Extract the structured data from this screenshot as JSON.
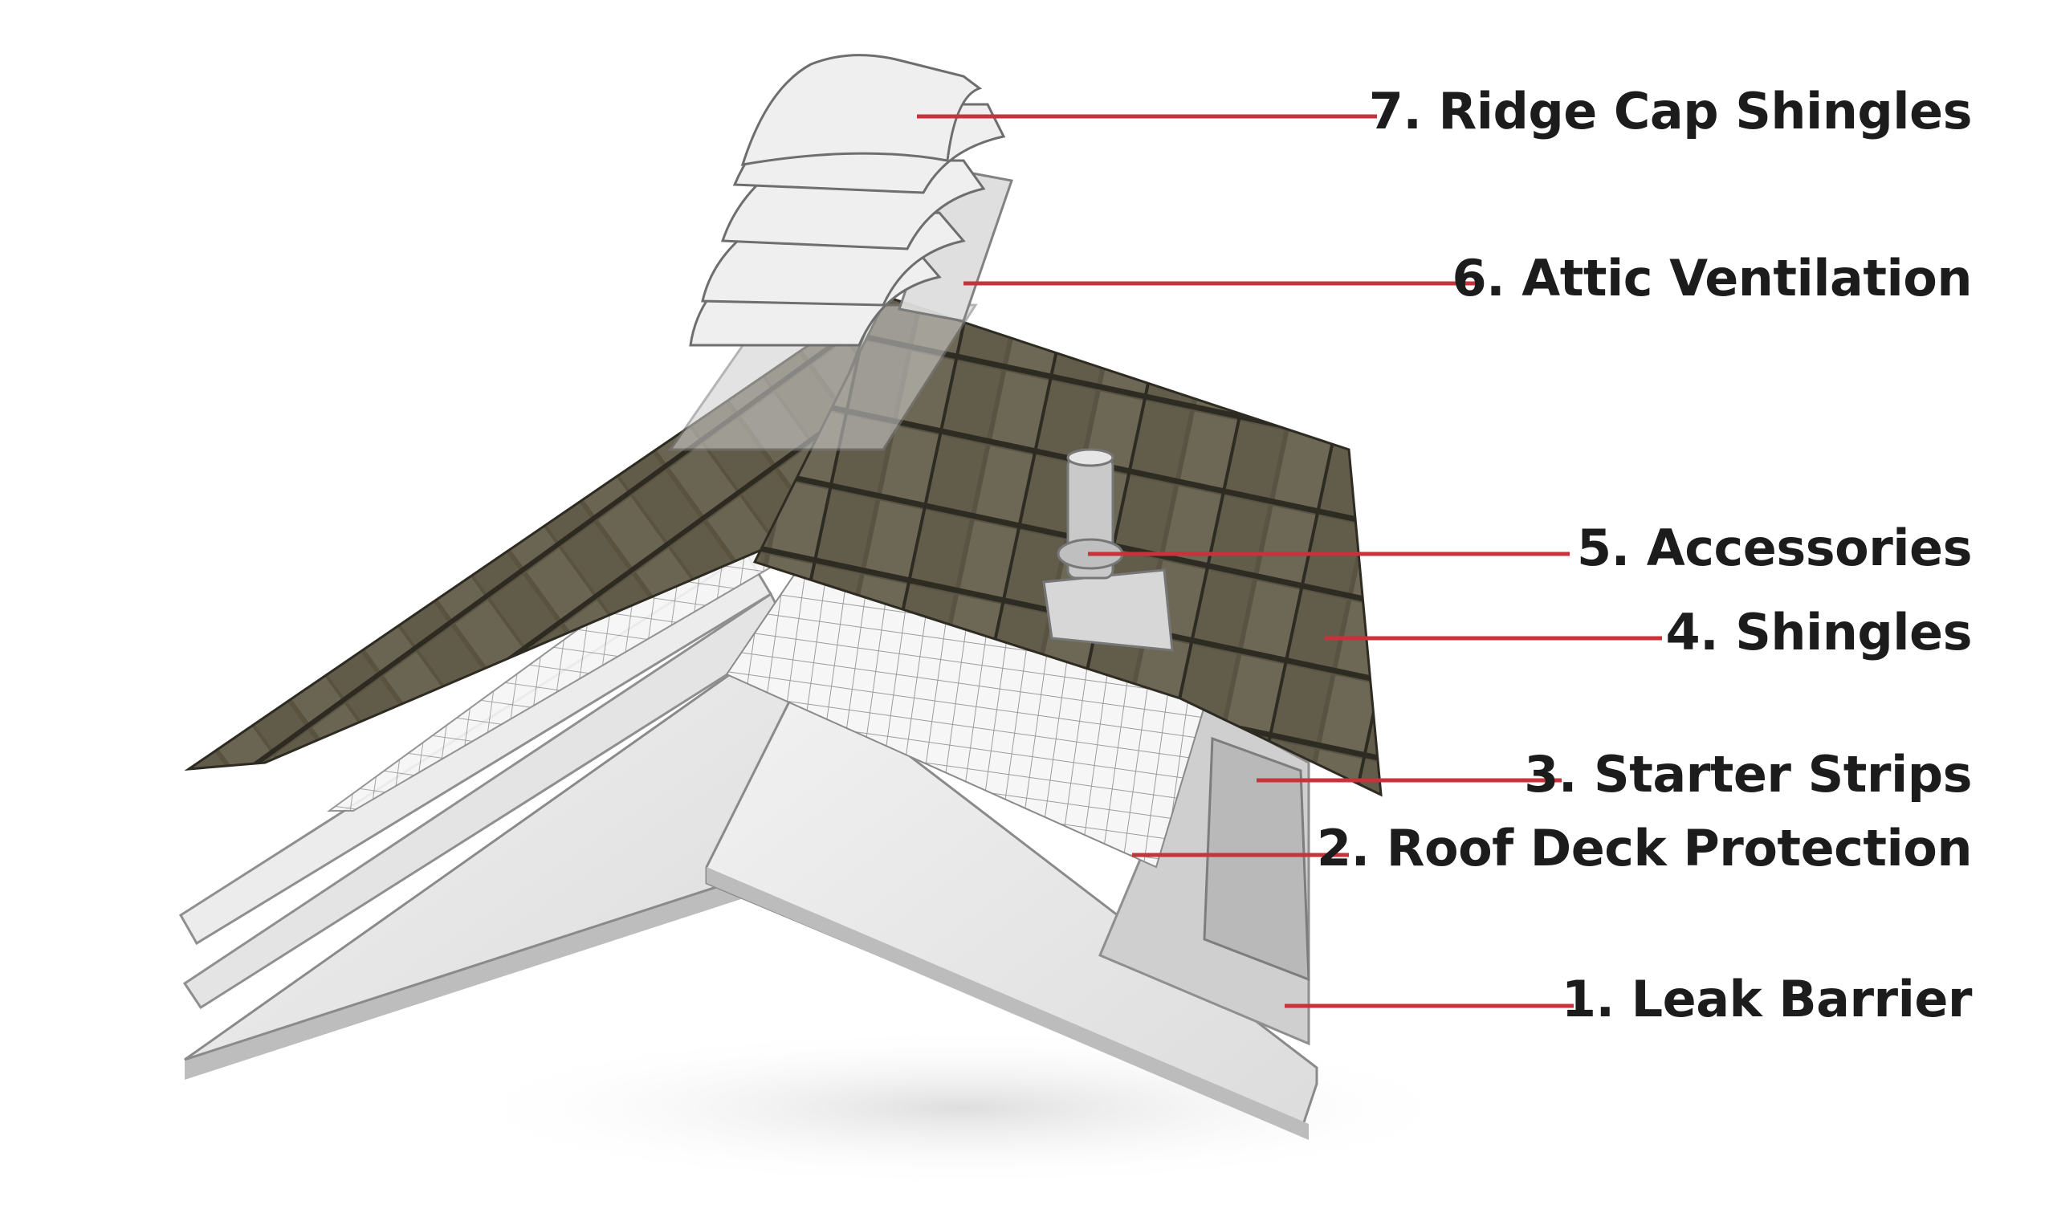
{
  "colors": {
    "leader_line": "#c8323a",
    "label_text": "#1c1c1c",
    "shingle_dark": "#4a4537",
    "panel_light": "#e6e6e6"
  },
  "layers": [
    {
      "number": "7",
      "text": "7. Ridge Cap Shingles"
    },
    {
      "number": "6",
      "text": "6. Attic Ventilation"
    },
    {
      "number": "5",
      "text": "5. Accessories"
    },
    {
      "number": "4",
      "text": "4. Shingles"
    },
    {
      "number": "3",
      "text": "3. Starter Strips"
    },
    {
      "number": "2",
      "text": "2. Roof Deck Protection"
    },
    {
      "number": "1",
      "text": "1. Leak Barrier"
    }
  ]
}
